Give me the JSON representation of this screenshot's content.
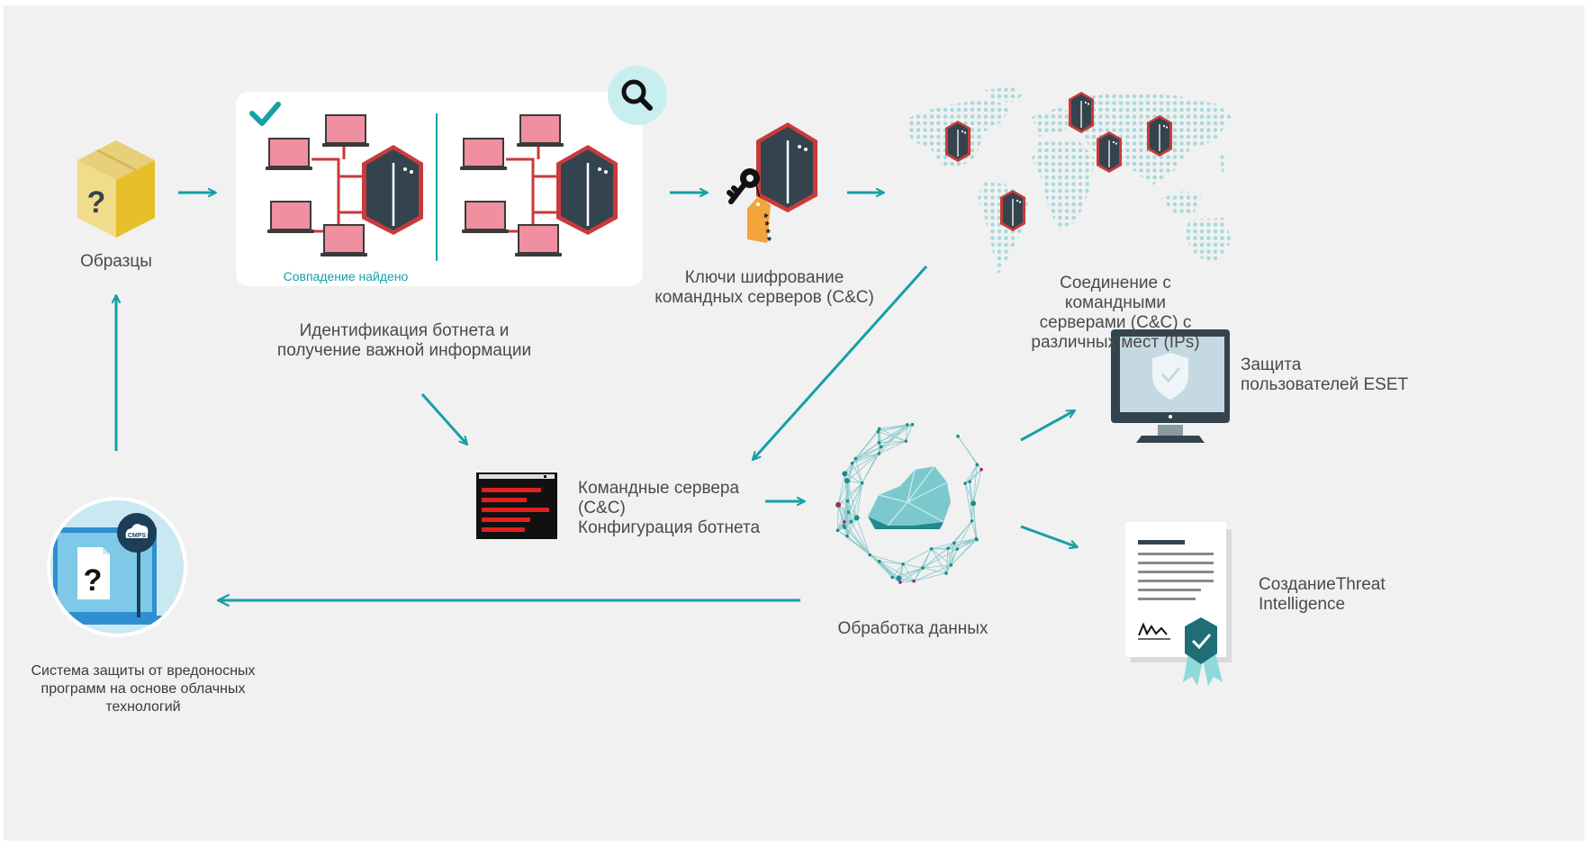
{
  "labels": {
    "samples": "Образцы",
    "match_found": "Совпадение найдено",
    "botnet_identification": "Идентификация ботнета и\nполучение важной информации",
    "encryption_keys": "Ключи шифрование\nкомандных серверов (C&C)",
    "cc_connection": "Соединение с командными\nсерверами (C&C) с\nразличных мест (IPs)",
    "eset_protection": "Защита\nпользователей ESET",
    "cc_config": "Командные сервера\n(C&C)\nКонфигурация ботнета",
    "data_processing": "Обработка данных",
    "threat_intel": "СозданиеThreat\nIntelligence",
    "cloud_system": "Система защиты от вредоносных\nпрограмм на основе облачных\nтехнологий",
    "cmps_badge": "CMPS",
    "box_mark": "?",
    "doc_mark": "?",
    "key_tag_text": "* * * *"
  },
  "icons": {
    "box": "unknown-sample-box-icon",
    "magnifier": "magnifier-icon",
    "check": "checkmark-icon",
    "server": "server-icon",
    "laptop": "laptop-icon",
    "key": "key-icon",
    "world_map": "world-map-icon",
    "monitor": "monitor-shield-icon",
    "cloud": "cloud-network-icon",
    "terminal": "config-terminal-icon",
    "report": "report-certificate-icon"
  },
  "colors": {
    "background": "#f1f1f1",
    "teal": "#14a0a6",
    "server_dark": "#34444e",
    "server_border": "#c93a3a",
    "laptop_pink": "#ef8f9f",
    "key_tag": "#f3a43a",
    "red_lines": "#c93a3a",
    "map_dots": "#a9dadb"
  }
}
